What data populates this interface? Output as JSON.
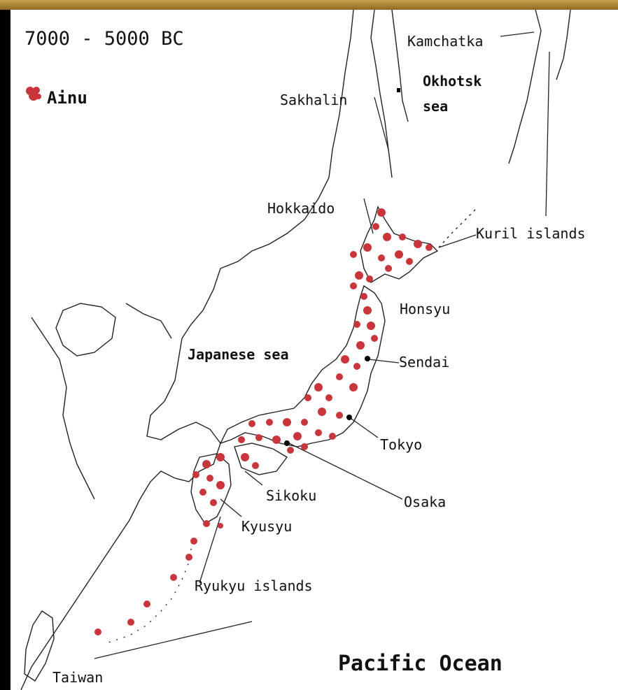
{
  "title": "7000 - 5000 BC",
  "legend": {
    "label": "Ainu",
    "color": "#c8363c",
    "icon": "red-blotch-icon"
  },
  "seas": {
    "okhotsk_line1": "Okhotsk",
    "okhotsk_line2": "sea",
    "japanese": "Japanese sea",
    "pacific": "Pacific Ocean"
  },
  "places": {
    "kamchatka": "Kamchatka",
    "sakhalin": "Sakhalin",
    "hokkaido": "Hokkaido",
    "kuril": "Kuril islands",
    "honsyu": "Honsyu",
    "sendai": "Sendai",
    "tokyo": "Tokyo",
    "osaka": "Osaka",
    "sikoku": "Sikoku",
    "kyusyu": "Kyusyu",
    "ryukyu": "Ryukyu islands",
    "taiwan": "Taiwan"
  },
  "colors": {
    "frame": "#000000",
    "border": "#c9a24a",
    "land_outline": "#222222",
    "ainu": "#c8363c"
  }
}
